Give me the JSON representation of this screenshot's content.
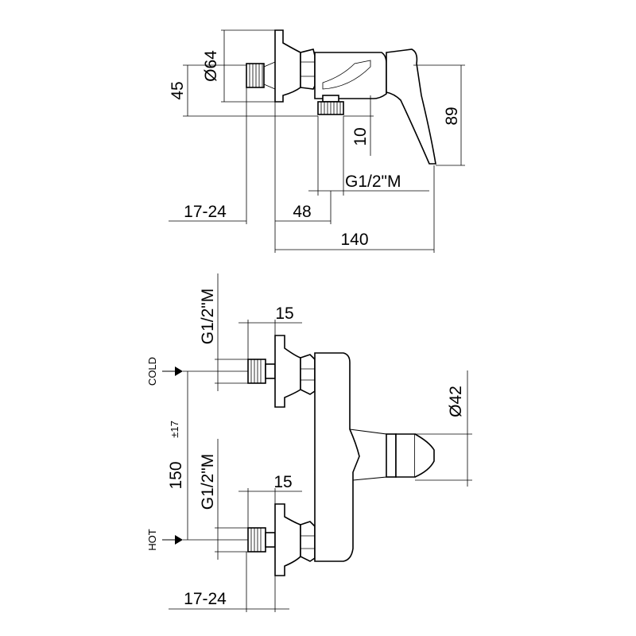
{
  "top_view": {
    "dim_diameter": "Ø64",
    "dim_height_offset": "45",
    "dim_overall_height": "89",
    "dim_outlet_height": "10",
    "dim_outlet_thread": "G1/2\"M",
    "dim_wall_range": "17-24",
    "dim_outlet_offset": "48",
    "dim_overall_depth": "140"
  },
  "front_view": {
    "dim_cold_thread": "G1/2\"M",
    "dim_cold_depth": "15",
    "dim_hot_thread": "G1/2\"M",
    "dim_hot_depth": "15",
    "dim_centers": "150",
    "dim_centers_tol": "±17",
    "dim_handle_diameter": "Ø42",
    "dim_wall_range": "17-24",
    "label_cold": "COLD",
    "label_hot": "HOT"
  }
}
